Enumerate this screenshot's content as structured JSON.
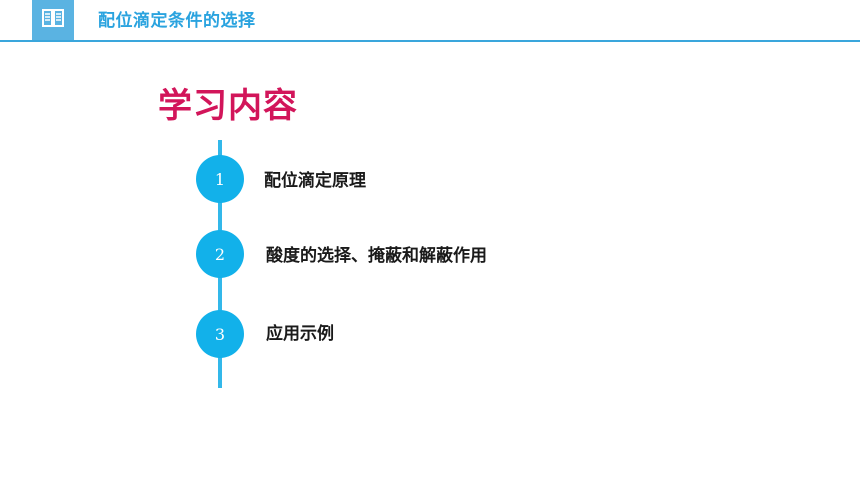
{
  "header": {
    "icon": "open-book-icon",
    "title": "配位滴定条件的选择"
  },
  "section": {
    "title": "学习内容"
  },
  "items": [
    {
      "number": "1",
      "label": "配位滴定原理"
    },
    {
      "number": "2",
      "label": "酸度的选择、掩蔽和解蔽作用"
    },
    {
      "number": "3",
      "label": "应用示例"
    }
  ],
  "colors": {
    "header_accent": "#2aa3df",
    "title_accent": "#d2155a",
    "node_fill": "#12b1ea"
  }
}
